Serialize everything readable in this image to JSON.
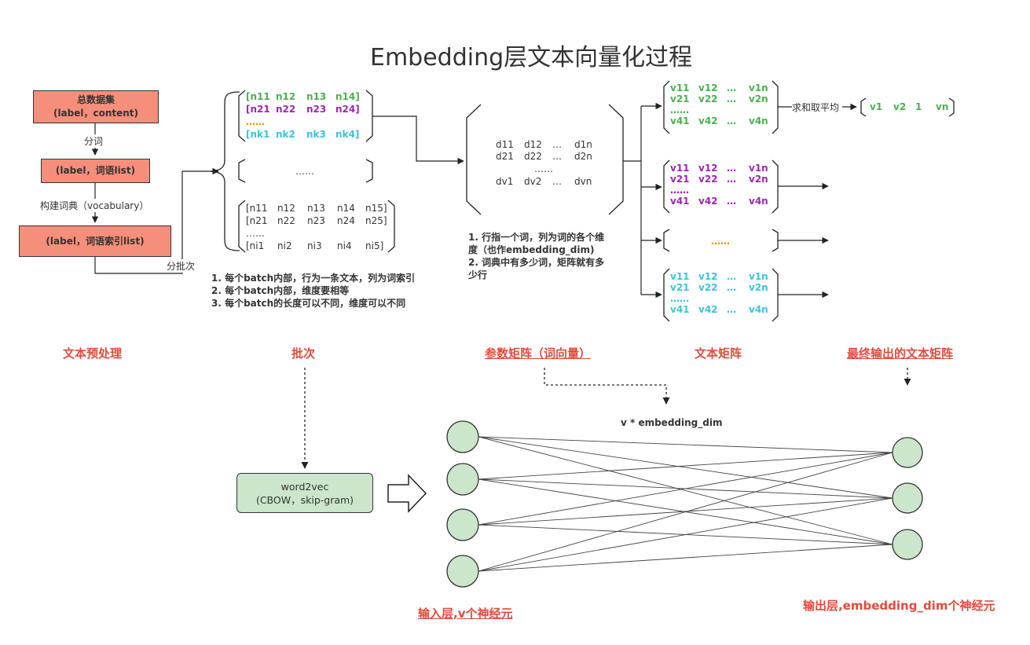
{
  "title": "Embedding层文本向量化过程",
  "preprocess": {
    "box1_line1": "总数据集",
    "box1_line2": "(label，content)",
    "edge1": "分词",
    "box2": "(label，词语list)",
    "edge2": "构建词典（vocabulary）",
    "box3": "(label，词语索引list)",
    "edge3": "分批次"
  },
  "batch": {
    "m1_row1": [
      "[n11",
      "n12",
      "n13",
      "n14]"
    ],
    "m1_row2": [
      "[n21",
      "n22",
      "n23",
      "n24]"
    ],
    "m1_dots": "……",
    "m1_row3": [
      "[nk1",
      "nk2",
      "nk3",
      "nk4]"
    ],
    "m2_dots": "……",
    "m3_row1": [
      "[n11",
      "n12",
      "n13",
      "n14",
      "n15]"
    ],
    "m3_row2": [
      "[n21",
      "n22",
      "n23",
      "n24",
      "n25]"
    ],
    "m3_dots": "……",
    "m3_row3": [
      "[ni1",
      "ni2",
      "ni3",
      "ni4",
      "ni5]"
    ],
    "notes": [
      "1. 每个batch内部，行为一条文本，列为词索引",
      "2. 每个batch内部，维度要相等",
      "3. 每个batch的长度可以不同，维度可以不同"
    ]
  },
  "param_matrix": {
    "row1": [
      "d11",
      "d12",
      "…",
      "d1n"
    ],
    "row2": [
      "d21",
      "d22",
      "…",
      "d2n"
    ],
    "dots": "……",
    "row3": [
      "dv1",
      "dv2",
      "…",
      "dvn"
    ],
    "notes": [
      "1. 行指一个词，列为词的各个维",
      "度（也作embedding_dim)",
      "2. 词典中有多少词，矩阵就有多",
      "少行"
    ]
  },
  "text_matrix": {
    "row1": [
      "v11",
      "v12",
      "…",
      "v1n"
    ],
    "row2": [
      "v21",
      "v22",
      "…",
      "v2n"
    ],
    "dots": "……",
    "row3": [
      "v41",
      "v42",
      "…",
      "v4n"
    ],
    "mid_dots": "……",
    "sum_label": "求和取平均",
    "output": [
      "v1",
      "v2",
      "1",
      "vn"
    ]
  },
  "sections": {
    "s1": "文本预处理",
    "s2": "批次",
    "s3": "参数矩阵（词向量）",
    "s4": "文本矩阵",
    "s5": "最终输出的文本矩阵"
  },
  "network": {
    "w2v_line1": "word2vec",
    "w2v_line2": "(CBOW，skip-gram)",
    "weights_label": "v * embedding_dim",
    "input_label": "输入层,v个神经元",
    "output_label": "输出层,embedding_dim个神经元"
  },
  "colors": {
    "salmon": "#f58e7a",
    "node_green": "#cbe6cb",
    "red": "#e04b3c",
    "green": "#4caf50",
    "purple": "#9c27b0",
    "cyan": "#3cc3d8",
    "orange": "#ff8c00"
  }
}
